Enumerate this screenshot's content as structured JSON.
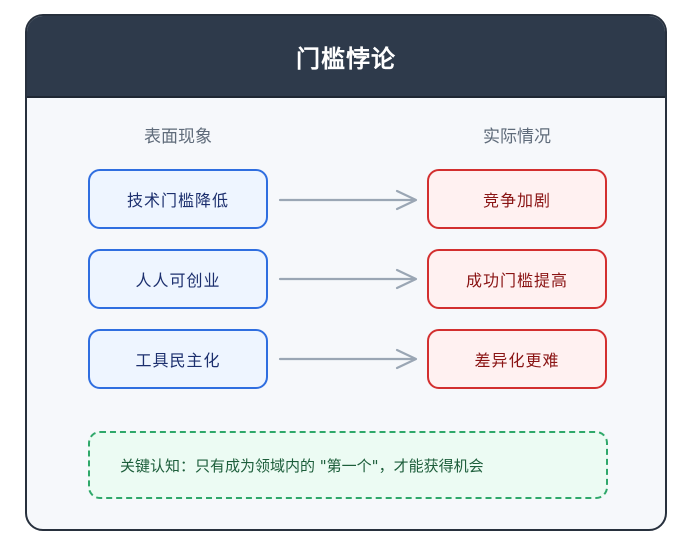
{
  "title": "门槛悖论",
  "columns": {
    "left": "表面现象",
    "right": "实际情况"
  },
  "rows": [
    {
      "phenomenon": "技术门槛降低",
      "reality": "竞争加剧"
    },
    {
      "phenomenon": "人人可创业",
      "reality": "成功门槛提高"
    },
    {
      "phenomenon": "工具民主化",
      "reality": "差异化更难"
    }
  ],
  "key_insight": "关键认知：只有成为领域内的 \"第一个\"，才能获得机会",
  "colors": {
    "header": "#2e3a4b",
    "phenomenon_border": "#2f6ee0",
    "reality_border": "#d32f2f",
    "arrow": "#9aa6b4",
    "insight_border": "#2fa86a"
  }
}
